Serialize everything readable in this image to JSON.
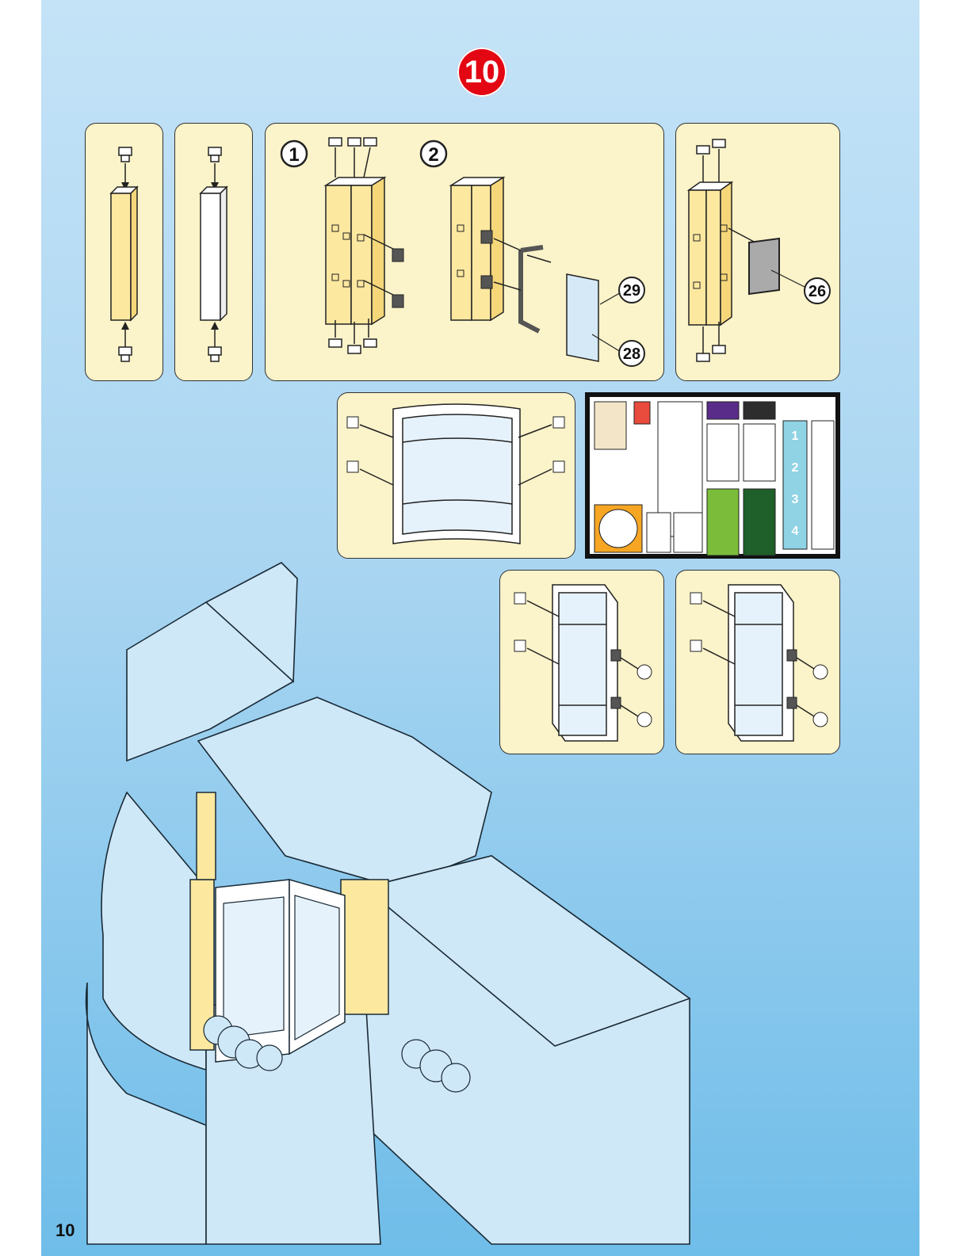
{
  "step": {
    "number": "10"
  },
  "page": {
    "number": "10"
  },
  "panels": {
    "pillar_yellow": {},
    "pillar_white": {},
    "double_pillar": {
      "sub_steps": [
        "1",
        "2"
      ],
      "callouts": [
        "29",
        "28"
      ]
    },
    "pillar_frame": {
      "callouts": [
        "26"
      ]
    },
    "curved_window": {},
    "window_left": {},
    "window_right": {}
  },
  "sticker_sheet": {
    "labels": [
      "1",
      "2",
      "3",
      "4"
    ]
  },
  "colors": {
    "step_badge": "#e30613",
    "panel_bg": "#fbf3c9",
    "pillar_yellow": "#fde8a0",
    "page_bg_top": "#c4e3f7",
    "page_bg_bottom": "#6fbde9"
  }
}
